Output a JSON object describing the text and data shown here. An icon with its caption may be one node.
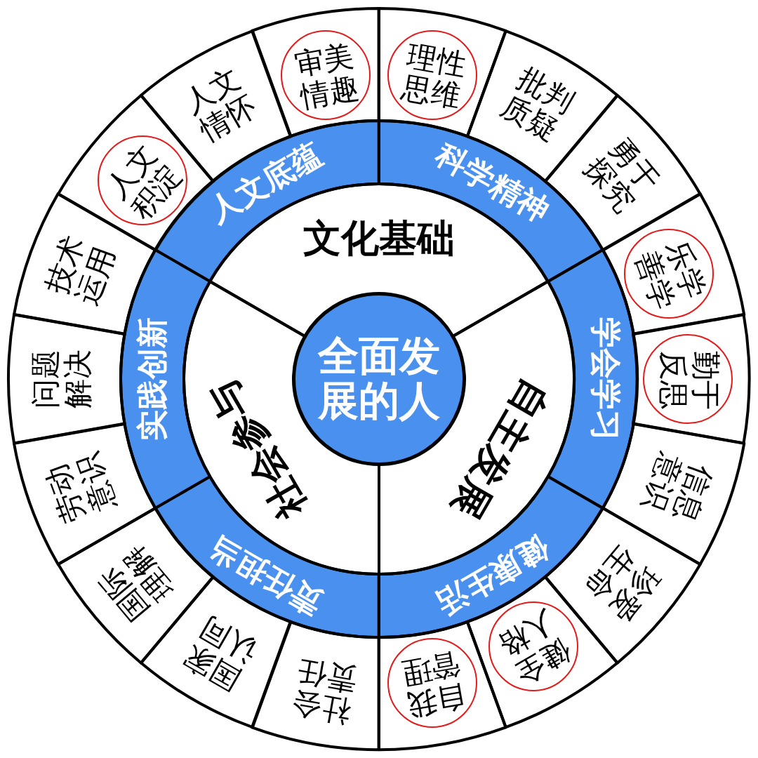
{
  "diagram": {
    "nodes": [
      {
        "text": [
          "全面发展的人"
        ]
      },
      {
        "text": [
          "文化基础"
        ]
      },
      {
        "text": [
          "自主发展"
        ]
      },
      {
        "text": [
          "社会参与"
        ]
      },
      {
        "text": [
          "人文底蕴"
        ]
      },
      {
        "text": [
          "科学精神"
        ]
      },
      {
        "text": [
          "学会学习"
        ]
      },
      {
        "text": [
          "健康生活"
        ]
      },
      {
        "text": [
          "责任担当"
        ]
      },
      {
        "text": [
          "实践创新"
        ]
      },
      {
        "text": [],
        "shape": "box"
      },
      {
        "text": [
          "理性思维"
        ],
        "in": 10
      },
      {
        "text": [
          "批判质疑"
        ]
      },
      {
        "text": [
          "勇于探究"
        ]
      },
      {
        "text": [],
        "shape": "box"
      },
      {
        "text": [
          "乐学善学"
        ],
        "in": 14
      },
      {
        "text": [],
        "shape": "box"
      },
      {
        "text": [
          "勤于反思"
        ],
        "in": 16
      },
      {
        "text": [
          "信息意识"
        ]
      },
      {
        "text": [
          "珍爱生命"
        ]
      },
      {
        "text": [],
        "shape": "box"
      },
      {
        "text": [
          "健全人格"
        ],
        "in": 20
      },
      {
        "text": [],
        "shape": "box"
      },
      {
        "text": [
          "自我管理"
        ],
        "in": 22
      },
      {
        "text": [
          "社会责任"
        ]
      },
      {
        "text": [
          "国家认同"
        ]
      },
      {
        "text": [
          "国际理解"
        ]
      },
      {
        "text": [
          "劳动意识"
        ]
      },
      {
        "text": [
          "问题解决"
        ]
      },
      {
        "text": [
          "技术运用"
        ]
      },
      {
        "text": [],
        "shape": "box"
      },
      {
        "text": [
          "人文积淀"
        ],
        "in": 30
      },
      {
        "text": [
          "人文情怀"
        ]
      },
      {
        "text": [],
        "shape": "box"
      },
      {
        "text": [
          "审美情趣"
        ],
        "in": 33
      }
    ]
  }
}
